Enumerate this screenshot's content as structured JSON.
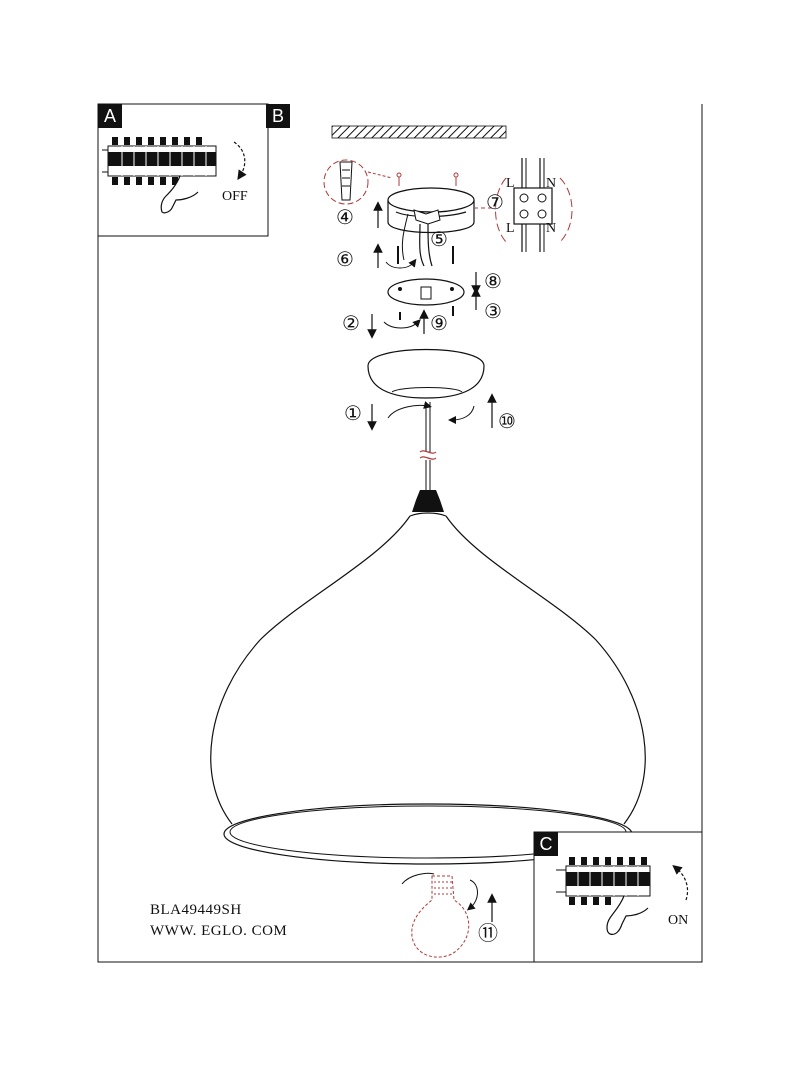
{
  "panels": {
    "a": {
      "letter": "A",
      "caption": "OFF"
    },
    "b": {
      "letter": "B"
    },
    "c": {
      "letter": "C",
      "caption": "ON"
    }
  },
  "wiring": {
    "live": "L",
    "neutral": "N"
  },
  "steps": {
    "s1": "①",
    "s2": "②",
    "s3": "③",
    "s4": "④",
    "s5": "⑤",
    "s6": "⑥",
    "s7": "⑦",
    "s8": "⑧",
    "s9": "⑨",
    "s10": "⑩",
    "s11": "⑪"
  },
  "footer": {
    "model_code": "BLA49449SH",
    "website": "WWW. EGLO. COM"
  },
  "colors": {
    "ink": "#111111",
    "callout": "#b23a3a",
    "panel_fill": "#111111"
  }
}
